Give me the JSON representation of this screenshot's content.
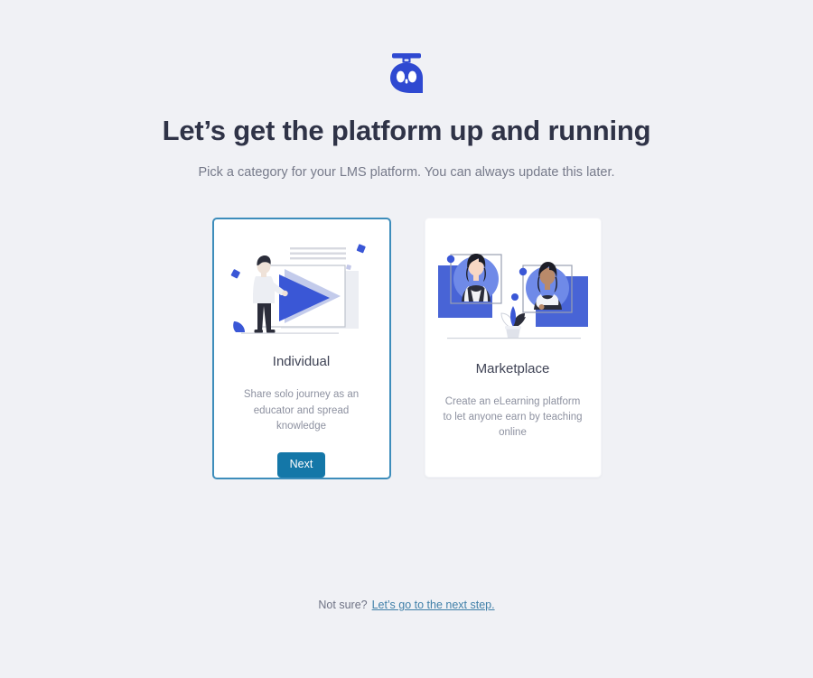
{
  "brand": {
    "logo_icon": "owl-logo-icon",
    "logo_color": "#2f49d1"
  },
  "header": {
    "title": "Let’s get the platform up and running",
    "subtitle": "Pick a category for your LMS platform. You can always update this later."
  },
  "cards": [
    {
      "id": "individual",
      "illustration_icon": "person-video-play-illustration",
      "title": "Individual",
      "description": "Share solo journey as an educator and spread knowledge",
      "selected": true,
      "button_label": "Next",
      "button_color": "#1477a8",
      "border_color": "#3d8dbb"
    },
    {
      "id": "marketplace",
      "illustration_icon": "two-people-frames-plant-illustration",
      "title": "Marketplace",
      "description": "Create an eLearning platform to let anyone earn by teaching online",
      "selected": false,
      "button_label": "",
      "button_color": "",
      "border_color": ""
    }
  ],
  "footer": {
    "prompt": "Not sure?",
    "link_label": "Let’s go to the next step."
  },
  "colors": {
    "page_background": "#f0f1f5",
    "card_background": "#ffffff",
    "accent_blue": "#3a57d6",
    "heading": "#2f3347",
    "muted_text": "#8d91a0"
  }
}
